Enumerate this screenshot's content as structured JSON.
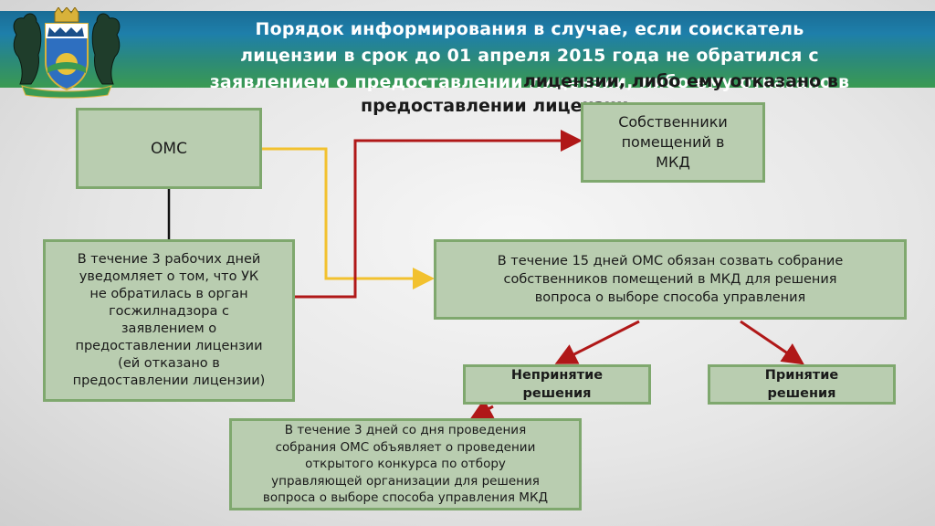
{
  "header": {
    "title_line1": "Порядок информирования в случае, если  соискатель",
    "title_line2": "лицензии в срок до 01 апреля 2015 года не обратился с",
    "title_line3": "заявлением о предоставлении лицензии, либо ему отказано в",
    "title_overlap_a": "лицензии, либо ему отказано в",
    "title_overlap_b": "предоставлении лицензии"
  },
  "boxes": {
    "oms": "ОМС",
    "owners": [
      "Собственники",
      "помещений в",
      "МКД"
    ],
    "three_days": [
      "В течение 3 рабочих дней",
      "уведомляет о том, что УК",
      "не обратилась в орган",
      "госжилнадзора с",
      "заявлением о",
      "предоставлении лицензии",
      "(ей отказано в",
      "предоставлении лицензии)"
    ],
    "fifteen_days": [
      "В течение 15 дней ОМС обязан созвать собрание",
      "собственников помещений в МКД для решения",
      "вопроса о выборе способа управления"
    ],
    "not_accepted": [
      "Непринятие",
      "решения"
    ],
    "accepted": [
      "Принятие",
      "решения"
    ],
    "three_days_2": [
      "В течение 3 дней со дня проведения",
      "собрания ОМС объявляет о проведении",
      "открытого конкурса по отбору",
      "управляющей организации для решения",
      "вопроса о выборе способа управления МКД"
    ]
  },
  "colors": {
    "box_fill": "#b9cdb0",
    "box_border": "#7fa86e",
    "connector_yellow": "#f2c12e",
    "connector_red": "#b01818",
    "connector_black": "#111111"
  }
}
